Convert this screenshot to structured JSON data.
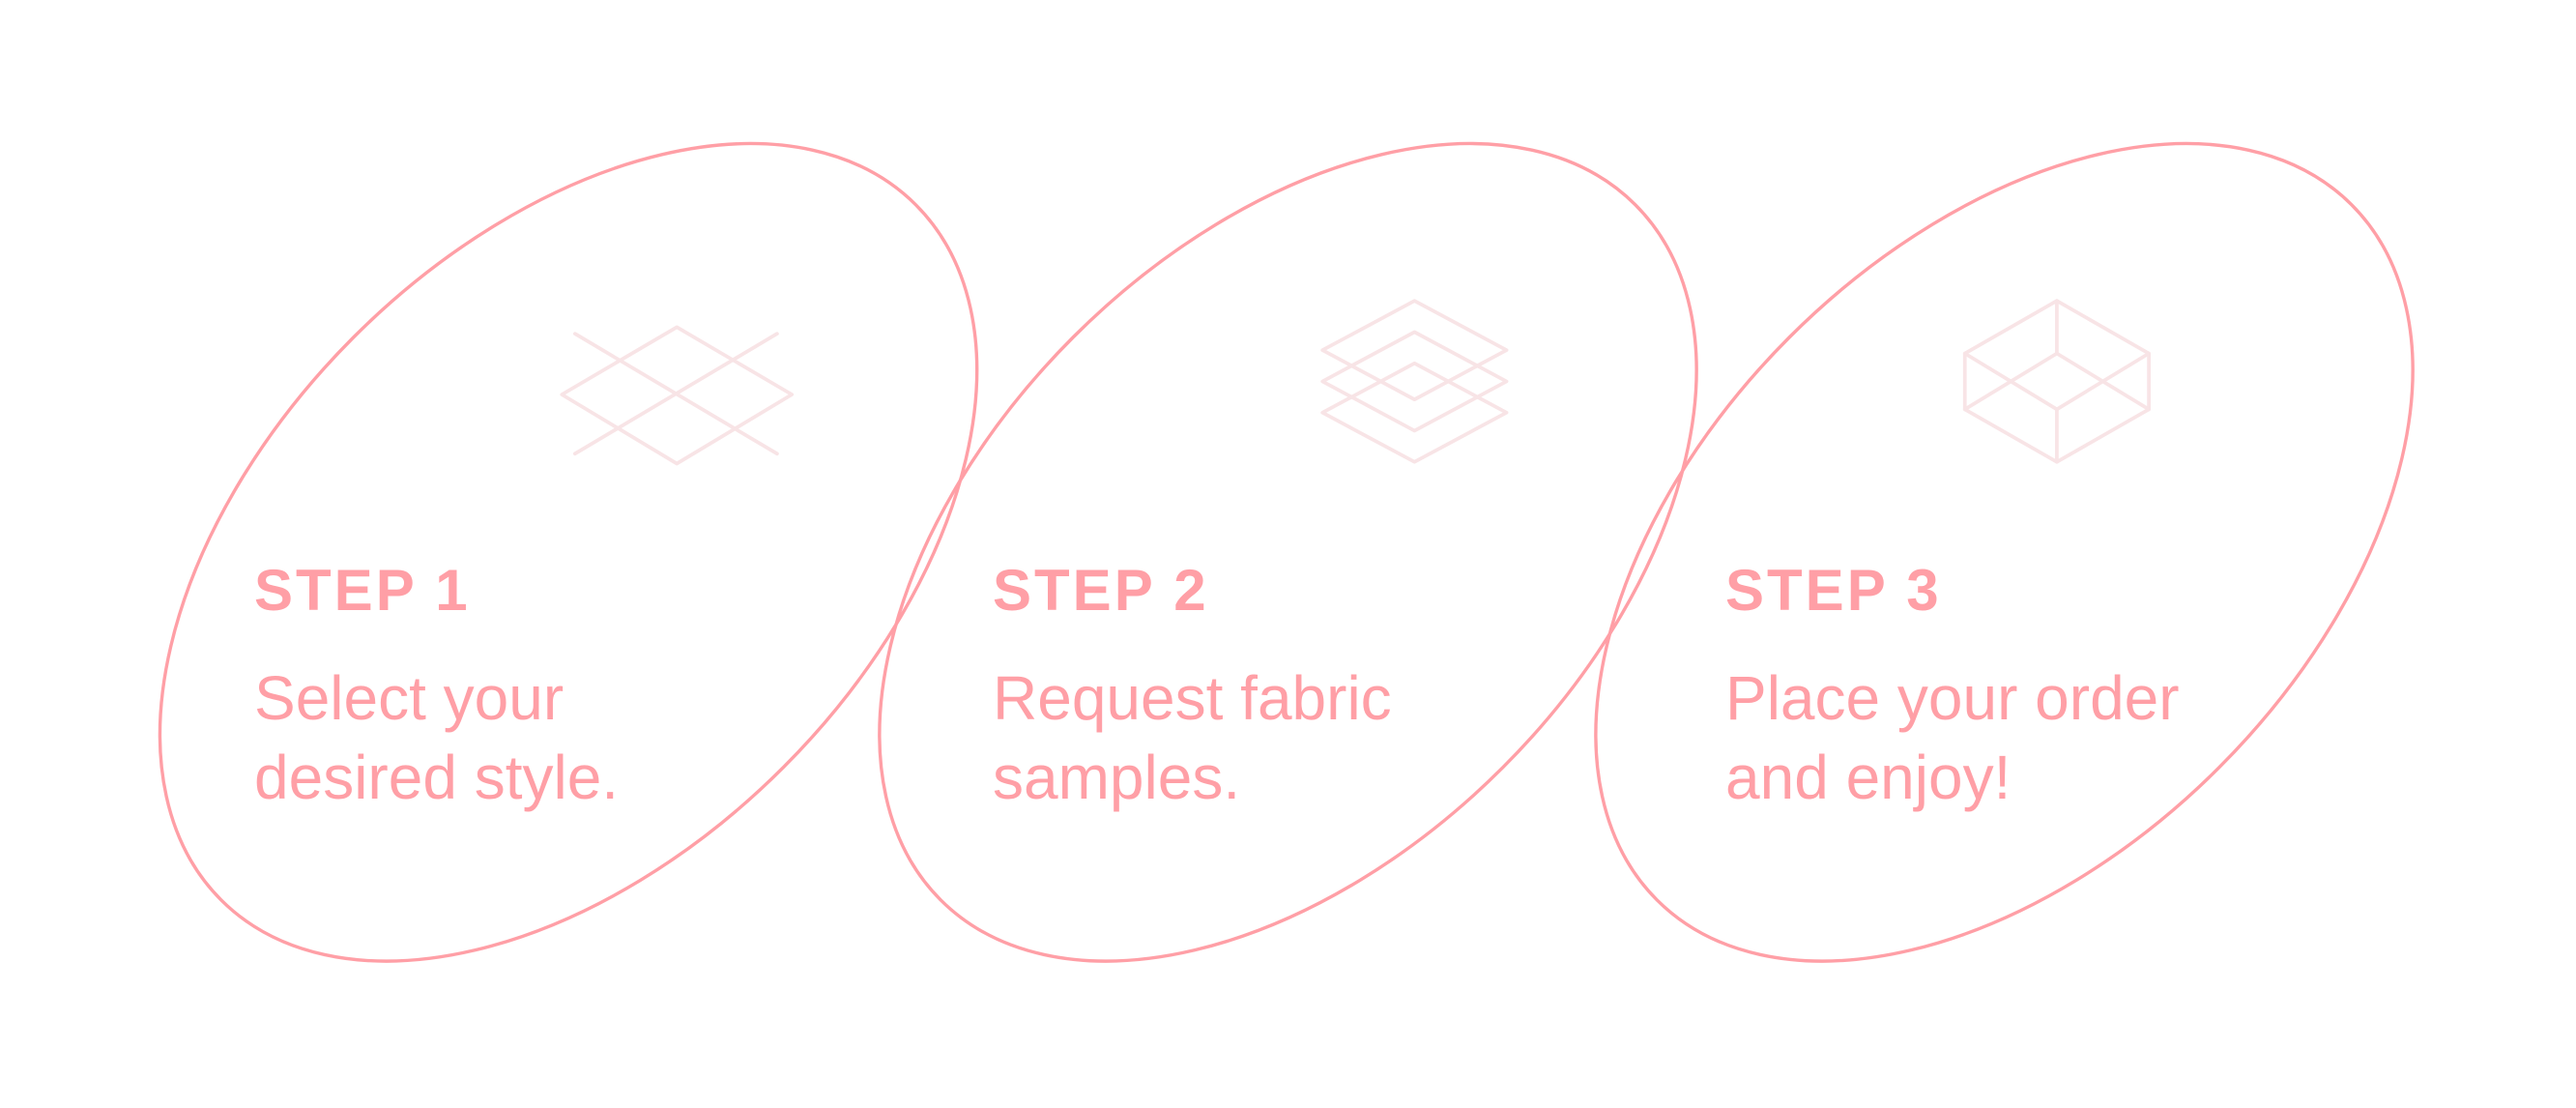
{
  "colors": {
    "accent": "#ff9fa6",
    "icon": "#f8e4e6",
    "background": "#ffffff"
  },
  "steps": [
    {
      "title": "STEP 1",
      "line1": "Select your",
      "line2": "desired style.",
      "icon": "fabric-crosshatch-icon"
    },
    {
      "title": "STEP 2",
      "line1": "Request fabric",
      "line2": "samples.",
      "icon": "stacked-layers-icon"
    },
    {
      "title": "STEP 3",
      "line1": "Place your order",
      "line2": "and enjoy!",
      "icon": "box-cube-icon"
    }
  ]
}
